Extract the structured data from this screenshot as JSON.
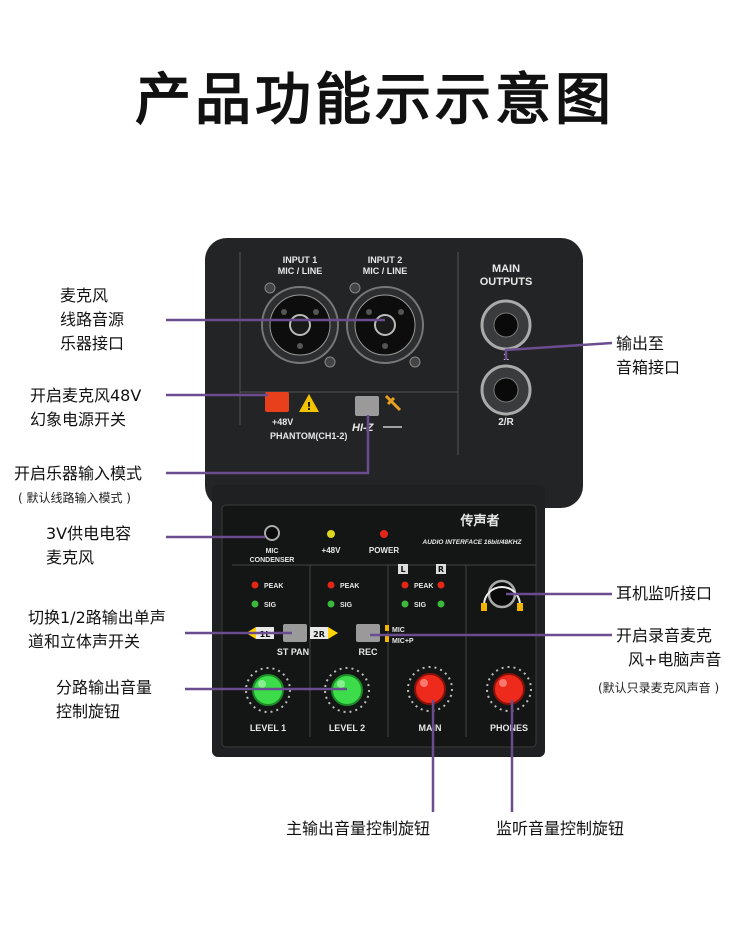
{
  "title": "产品功能示示意图",
  "callouts": {
    "left_1": [
      "麦克风",
      "线路音源",
      "乐器接口"
    ],
    "left_2": [
      "开启麦克风48V",
      "幻象电源开关"
    ],
    "left_3": "开启乐器输入模式",
    "left_3_note": "( 默认线路输入模式 )",
    "left_4": [
      "3V供电电容",
      "麦克风"
    ],
    "left_5": [
      "切换1/2路输出单声",
      "道和立体声开关"
    ],
    "left_6": [
      "分路输出音量",
      "控制旋钮"
    ],
    "right_1": [
      "输出至",
      "音箱接口"
    ],
    "right_2": "耳机监听接口",
    "right_3": [
      "开启录音麦克",
      "风+电脑声音"
    ],
    "right_3_note": "(默认只录麦克风声音 )",
    "bottom_1": "主输出音量控制旋钮",
    "bottom_2": "监听音量控制旋钮"
  },
  "panel": {
    "input1": [
      "INPUT 1",
      "MIC / LINE"
    ],
    "input2": [
      "INPUT 2",
      "MIC / LINE"
    ],
    "main_outputs": [
      "MAIN",
      "OUTPUTS"
    ],
    "out_1": "1",
    "out_2": "2/R",
    "plus48": "+48V",
    "phantom": "PHANTOM(CH1-2)",
    "hiz": "HI-Z",
    "brand": "传声者",
    "subtitle": "AUDIO INTERFACE 16bit/48KHZ",
    "mic_condenser": [
      "MIC",
      "CONDENSER"
    ],
    "led_48v": "+48V",
    "led_power": "POWER",
    "peak": "PEAK",
    "sig": "SIG",
    "L": "L",
    "R": "R",
    "st_pan_1l": "1L",
    "st_pan_2r": "2R",
    "st_pan": "ST PAN",
    "rec": "REC",
    "rec_mic": "MIC",
    "rec_micp": "MIC+P",
    "level1": "LEVEL 1",
    "level2": "LEVEL 2",
    "main": "MAIN",
    "phones": "PHONES"
  },
  "colors": {
    "panel": "#232425",
    "callout_line": "#6a4d8f",
    "knob_green": "#3ddc4a",
    "knob_red": "#ee2a1c",
    "button_red": "#e8401c",
    "led_red": "#e52617",
    "led_green": "#3cb83c",
    "led_yellow": "#dfd61e"
  }
}
